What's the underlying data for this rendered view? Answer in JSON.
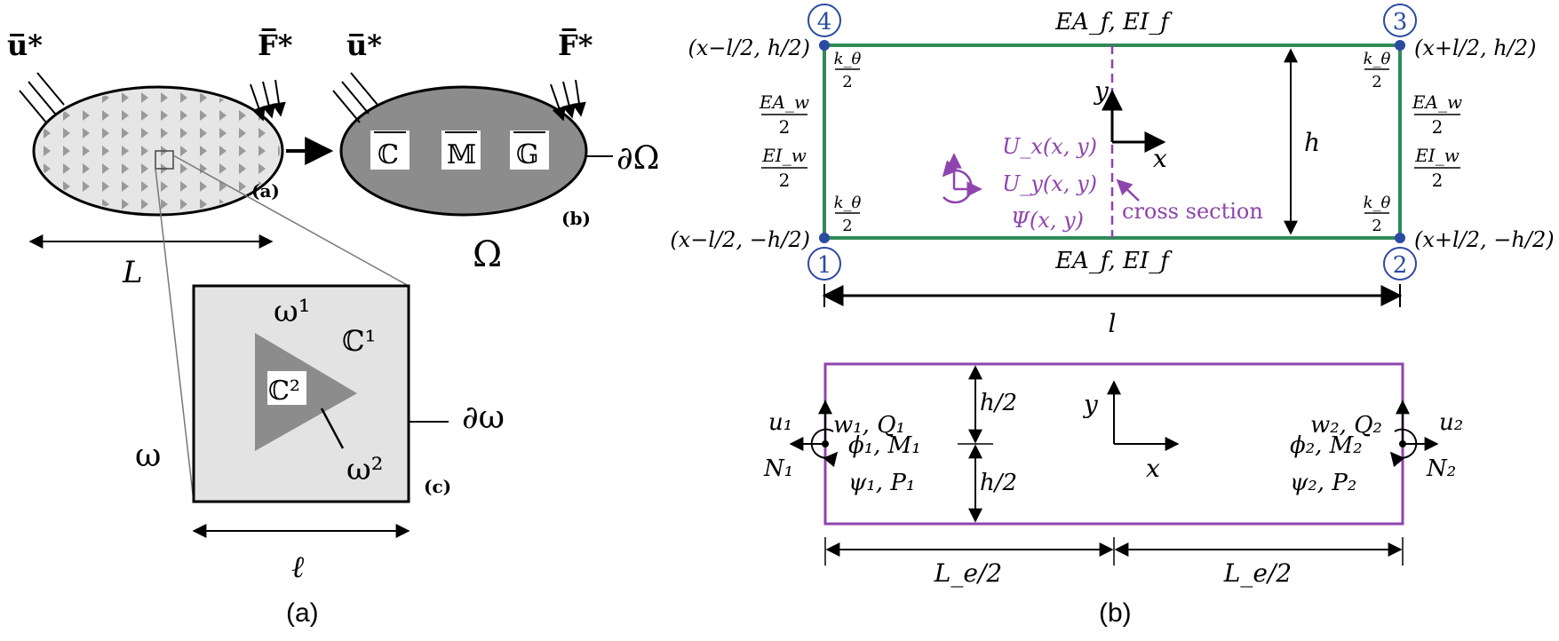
{
  "panel_a": {
    "caption": "(a)",
    "u_star": "u̅*",
    "f_star": "F̅*",
    "label_a": "(a)",
    "label_b": "(b)",
    "label_c": "(c)",
    "C_bar": "ℂ",
    "M_bar": "𝕄",
    "G_bar": "𝔾",
    "boundary_Omega": "∂Ω",
    "Omega": "Ω",
    "L": "L",
    "omega1": "ω¹",
    "C1": "ℂ¹",
    "C2": "ℂ²",
    "omega2": "ω²",
    "omega": "ω",
    "boundary_omega": "∂ω",
    "ell": "ℓ"
  },
  "panel_b": {
    "caption": "(b)",
    "colors": {
      "green": "#2e8b57",
      "purple": "#8e44ad",
      "blue": "#2b4aa0",
      "black": "#000000"
    },
    "top": {
      "node4": "4",
      "node3": "3",
      "node1": "1",
      "node2": "2",
      "coord4": "(x−l/2, h/2)",
      "coord3": "(x+l/2, h/2)",
      "coord1": "(x−l/2, −h/2)",
      "coord2": "(x+l/2, −h/2)",
      "flange_top": "EA_f, EI_f",
      "flange_bottom": "EA_f, EI_f",
      "k_theta": "k_θ",
      "two": "2",
      "EAw": "EA_w",
      "EIw": "EI_w",
      "y": "y",
      "x": "x",
      "h": "h",
      "l": "l",
      "Ux": "U_x(x, y)",
      "Uy": "U_y(x, y)",
      "Psi": "Ψ(x, y)",
      "cross_section": "cross section"
    },
    "bottom": {
      "w1Q1": "w₁, Q₁",
      "w2Q2": "w₂, Q₂",
      "u1": "u₁",
      "N1": "N₁",
      "u2": "u₂",
      "N2": "N₂",
      "phi1M1": "ϕ₁, M₁",
      "psi1P1": "ψ₁, P₁",
      "phi2M2": "ϕ₂, M₂",
      "psi2P2": "ψ₂, P₂",
      "h_half_top": "h/2",
      "h_half_bottom": "h/2",
      "y": "y",
      "x": "x",
      "Le_half_left": "L_e/2",
      "Le_half_right": "L_e/2"
    }
  }
}
